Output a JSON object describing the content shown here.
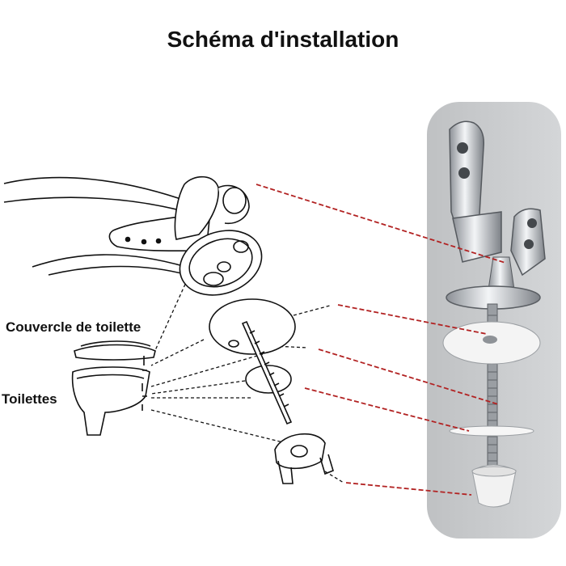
{
  "title": "Schéma d'installation",
  "labels": {
    "lid": "Couvercle de toilette",
    "toilet": "Toilettes"
  },
  "colors": {
    "connector_red": "#b22222",
    "photo_bg": "#c9cbcd",
    "chrome": "#d7dbe0",
    "line": "#111111"
  },
  "icons": [
    "hinge-icon",
    "screw-icon",
    "washer-icon",
    "nut-icon"
  ]
}
